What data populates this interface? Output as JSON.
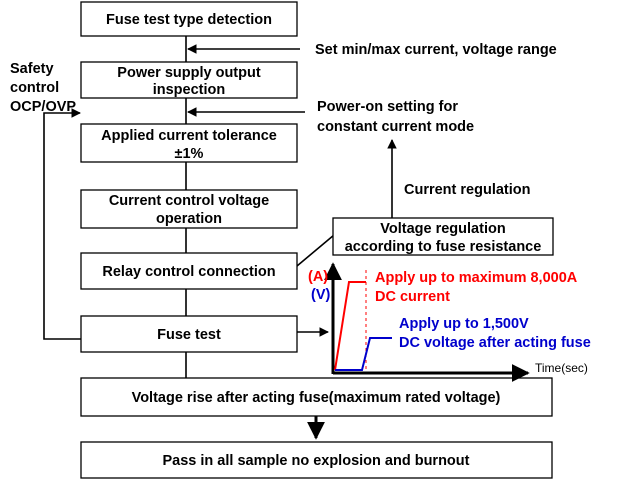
{
  "flow_steps": {
    "step1": "Fuse test type detection",
    "step2_line1": "Power supply output",
    "step2_line2": "inspection",
    "step3_line1": "Applied current tolerance",
    "step3_line2": "±1%",
    "step4_line1": "Current control voltage",
    "step4_line2": "operation",
    "step5": "Relay control connection",
    "step6": "Fuse test",
    "step7": "Voltage rise after acting fuse(maximum rated voltage)",
    "step8": "Pass in all sample no explosion and burnout"
  },
  "side_notes": {
    "min_max": "Set min/max current, voltage range",
    "power_on_line1": "Power-on setting for",
    "power_on_line2": "constant current mode",
    "current_regulation": "Current regulation",
    "voltage_regulation_line1": "Voltage regulation",
    "voltage_regulation_line2": "according to fuse resistance",
    "safety_line1": "Safety",
    "safety_line2": "control",
    "safety_line3": "OCP/OVP"
  },
  "graph": {
    "amps_label": "(A)",
    "volts_label": "(V)",
    "time_label": "Time(sec)",
    "current_note_line1": "Apply up to maximum 8,000A",
    "current_note_line2": "DC current",
    "voltage_note_line1": "Apply up to 1,500V",
    "voltage_note_line2": "DC voltage after acting fuse"
  },
  "colors": {
    "current": "#ff0000",
    "voltage": "#0000cc",
    "lines": "#000000"
  }
}
